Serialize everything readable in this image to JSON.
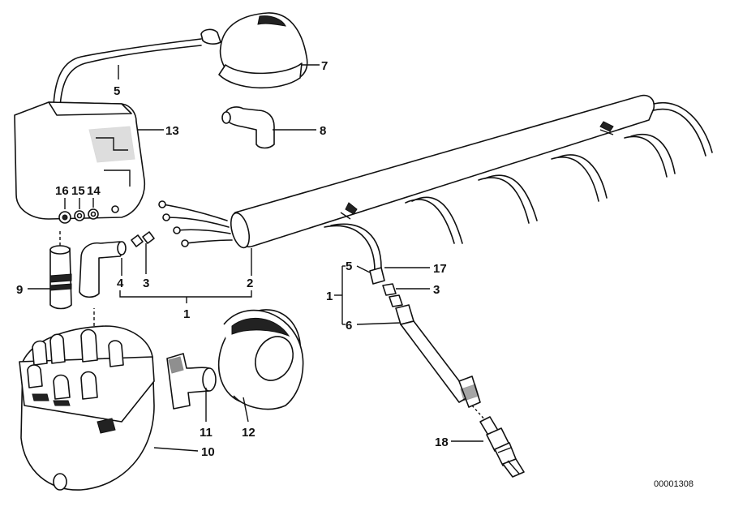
{
  "callouts": {
    "n1": "1",
    "n1b": "1",
    "n2": "2",
    "n3a": "3",
    "n3b": "3",
    "n4": "4",
    "n5a": "5",
    "n5b": "5",
    "n6": "6",
    "n7": "7",
    "n8": "8",
    "n9": "9",
    "n10": "10",
    "n11": "11",
    "n12": "12",
    "n13": "13",
    "n14": "14",
    "n15": "15",
    "n16": "16",
    "n17": "17",
    "n18": "18"
  },
  "reference_number": "00001308"
}
